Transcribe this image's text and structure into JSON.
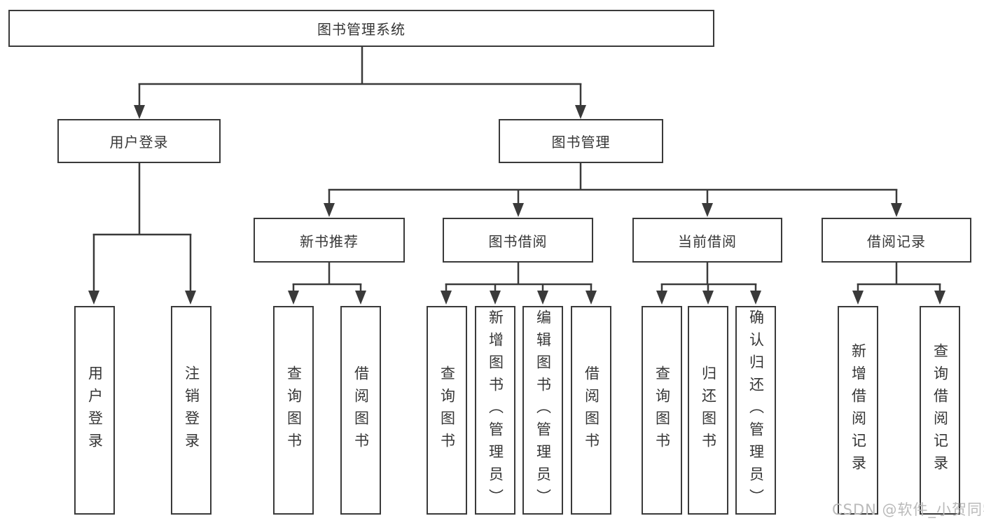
{
  "tree": {
    "root": {
      "label": "图书管理系统"
    },
    "branches": [
      {
        "label": "用户登录",
        "children": [
          {
            "label": "用户登录"
          },
          {
            "label": "注销登录"
          }
        ]
      },
      {
        "label": "图书管理",
        "children": [
          {
            "label": "新书推荐",
            "children": [
              {
                "label": "查询图书"
              },
              {
                "label": "借阅图书"
              }
            ]
          },
          {
            "label": "图书借阅",
            "children": [
              {
                "label": "查询图书"
              },
              {
                "label": "新增图书（管理员）"
              },
              {
                "label": "编辑图书（管理员）"
              },
              {
                "label": "借阅图书"
              }
            ]
          },
          {
            "label": "当前借阅",
            "children": [
              {
                "label": "查询图书"
              },
              {
                "label": "归还图书"
              },
              {
                "label": "确认归还（管理员）"
              }
            ]
          },
          {
            "label": "借阅记录",
            "children": [
              {
                "label": "新增借阅记录"
              },
              {
                "label": "查询借阅记录"
              }
            ]
          }
        ]
      }
    ]
  },
  "watermark": {
    "text": "CSDN @软件_小贺同学"
  },
  "colors": {
    "line": "#3a3a3a",
    "text": "#363636",
    "background": "#ffffff",
    "watermark": "#bababa"
  }
}
